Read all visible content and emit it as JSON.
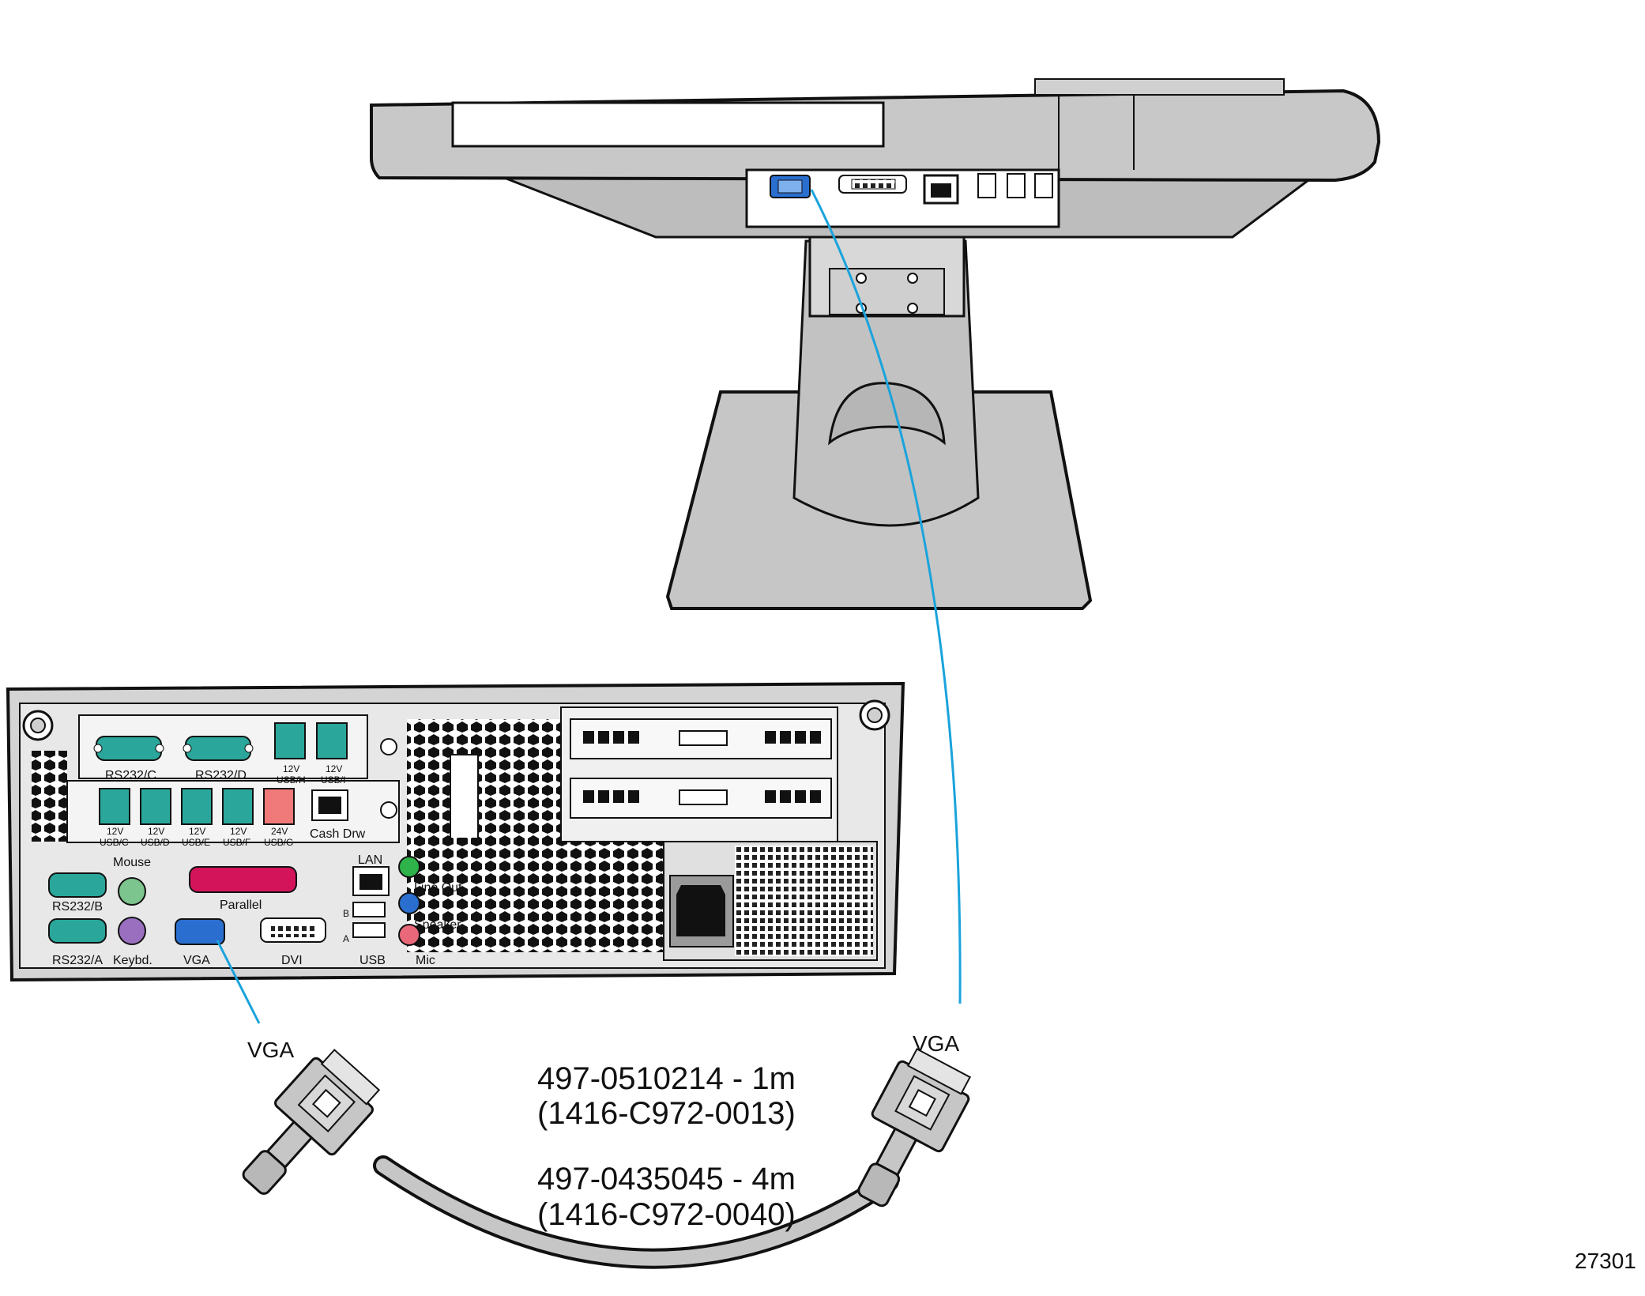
{
  "colors": {
    "cable_blue": "#1aa3dc",
    "device_gray": "#c8c8c8",
    "device_dark": "#9a9a9a",
    "port_teal": "#2aa79a",
    "port_pink": "#d4145a",
    "port_vga_blue": "#2a6fd0",
    "port_green": "#2db34a",
    "port_mic_pink": "#e9687a",
    "port_mouse_green": "#7cc58e",
    "port_keybd_purple": "#9a6fc0",
    "port_24v_red": "#f07a7a"
  },
  "cable_labels": {
    "left_end": "VGA",
    "right_end": "VGA"
  },
  "part_numbers": {
    "line1": "497-0510214 - 1m",
    "line2": "(1416-C972-0013)",
    "line3": "497-0435045 - 4m",
    "line4": "(1416-C972-0040)"
  },
  "figure_id": "27301",
  "rear_panel": {
    "rs232c": "RS232/C",
    "rs232d": "RS232/D",
    "v12_a": "12V",
    "usb_h": "USB/H",
    "v12_b": "12V",
    "usb_i": "USB/I",
    "v12_c": "12V",
    "usb_c": "USB/C",
    "v12_d": "12V",
    "usb_d": "USB/D",
    "v12_e": "12V",
    "usb_e": "USB/E",
    "v12_f": "12V",
    "usb_f": "USB/F",
    "v24": "24V",
    "usb_g": "USB/G",
    "cash_drw": "Cash Drw",
    "mouse": "Mouse",
    "rs232b": "RS232/B",
    "parallel": "Parallel",
    "lan": "LAN",
    "line_out": "Line Out",
    "speaker": "Speaker",
    "rs232a": "RS232/A",
    "keybd": "Keybd.",
    "vga": "VGA",
    "dvi": "DVI",
    "usb": "USB",
    "mic": "Mic",
    "usb_b": "B",
    "usb_a": "A"
  }
}
